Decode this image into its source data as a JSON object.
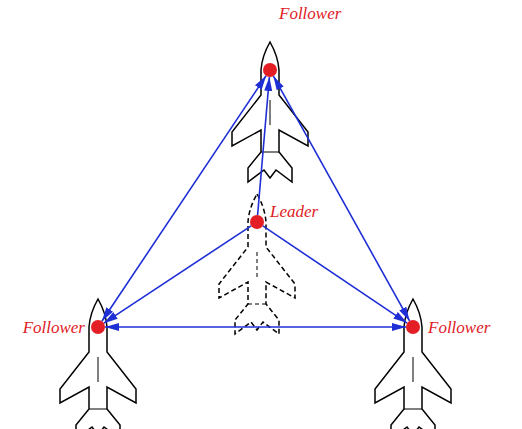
{
  "diagram": {
    "nodes": [
      {
        "text": [
          "Follower"
        ]
      },
      {
        "text": [
          "Leader"
        ]
      },
      {
        "text": [
          "Follower"
        ]
      },
      {
        "text": [
          "Follower"
        ]
      }
    ],
    "edges": [
      {
        "from": 1,
        "to": 0,
        "arrow": "to"
      },
      {
        "from": 1,
        "to": 2,
        "arrow": "to"
      },
      {
        "from": 1,
        "to": 3,
        "arrow": "to"
      },
      {
        "from": 0,
        "to": 2,
        "arrow": "both"
      },
      {
        "from": 0,
        "to": 3,
        "arrow": "both"
      },
      {
        "from": 2,
        "to": 3,
        "arrow": "both"
      }
    ]
  }
}
